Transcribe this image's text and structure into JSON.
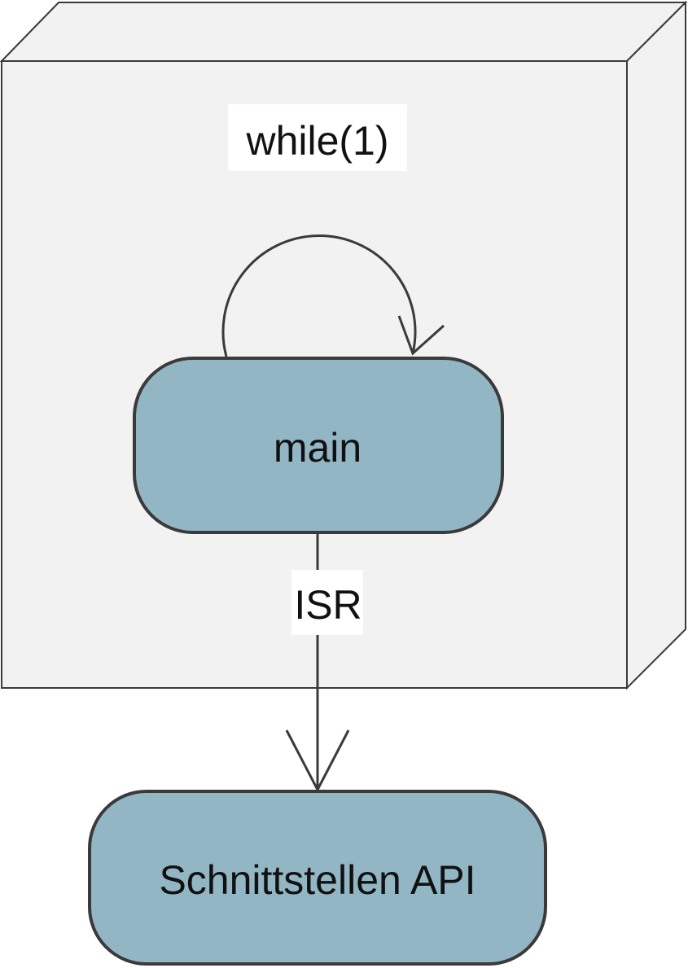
{
  "diagram": {
    "container": {
      "label": "while(1)"
    },
    "nodes": {
      "main": {
        "label": "main"
      },
      "api": {
        "label": "Schnittstellen API"
      }
    },
    "edges": {
      "isr": {
        "label": "ISR"
      }
    }
  },
  "colors": {
    "container_fill": "#f2f2f2",
    "node_fill": "#93b6c5",
    "stroke": "#3a3a3a",
    "label_background": "#ffffff"
  }
}
